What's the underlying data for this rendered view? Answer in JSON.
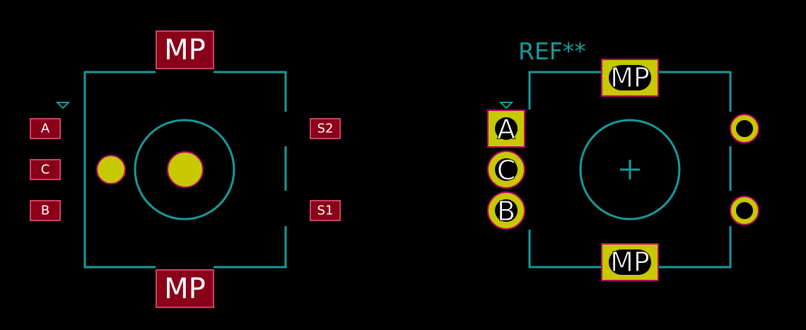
{
  "colors": {
    "background": "#000000",
    "silkscreen": "#1a9a9a",
    "smd_pad": "#8a0018",
    "smd_pad_border": "#d0406a",
    "thru_pad": "#c8c800",
    "thru_pad_border": "#b8006a",
    "pad_label_light": "#ffffff",
    "pad_label_dark": "#000000"
  },
  "left_footprint": {
    "top_mp_label": "MP",
    "bottom_mp_label": "MP",
    "pad_a_label": "A",
    "pad_c_label": "C",
    "pad_b_label": "B",
    "pad_s2_label": "S2",
    "pad_s1_label": "S1"
  },
  "right_footprint": {
    "reference": "REF**",
    "top_mp_label": "MP",
    "bottom_mp_label": "MP",
    "pad_a_label": "A",
    "pad_c_label": "C",
    "pad_b_label": "B"
  }
}
